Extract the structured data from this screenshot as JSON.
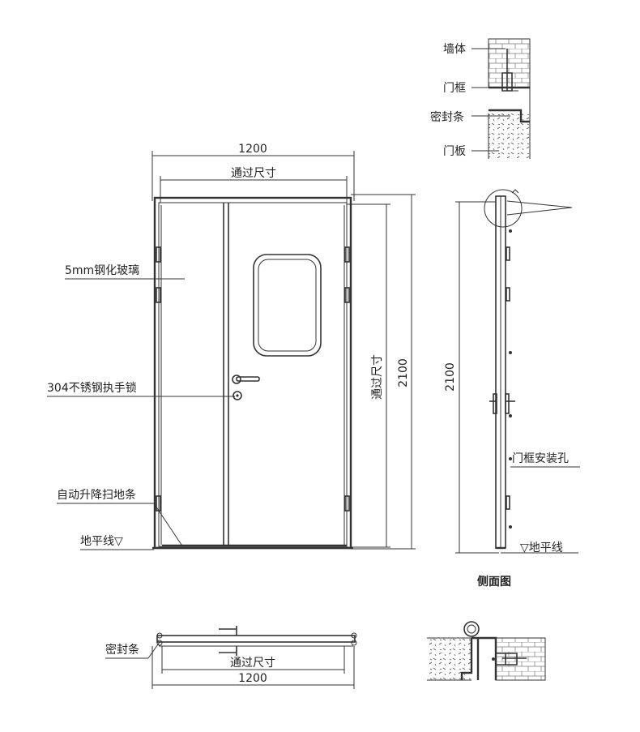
{
  "front_view": {
    "overall_width": "1200",
    "clear_width": "通过尺寸",
    "overall_height": "2100",
    "clear_height": "通过尺寸"
  },
  "callouts": {
    "glass": "5mm钢化玻璃",
    "lock": "304不锈钢执手锁",
    "sweep": "自动升降扫地条",
    "floor_line_left": "地平线▽"
  },
  "wall_section": {
    "wall": "墙体",
    "frame": "门框",
    "seal": "密封条",
    "panel": "门板"
  },
  "side_view": {
    "height": "2100",
    "frame_hole": "门框安装孔",
    "floor_line": "▽地平线",
    "caption": "侧面图"
  },
  "plan_view": {
    "seal": "密封条",
    "clear_width": "通过尺寸",
    "overall_width": "1200"
  }
}
